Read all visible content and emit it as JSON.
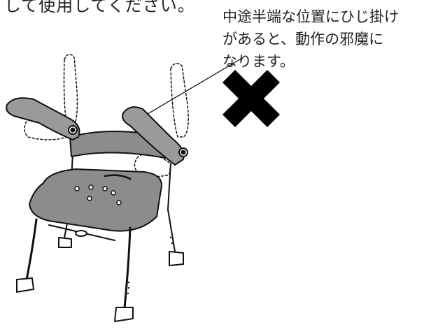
{
  "top_text": "して使用してください。",
  "caution": {
    "lines": [
      "中途半端な位置にひじ掛け",
      "があると、動作の邪魔に",
      "なります。"
    ]
  },
  "icons": {
    "x_mark": "cross-mark-icon",
    "chair": "shower-chair-illustration"
  },
  "colors": {
    "seat": "#8c8c8c",
    "armrest": "#9a9a9a",
    "line": "#111111",
    "mark": "#000000"
  }
}
